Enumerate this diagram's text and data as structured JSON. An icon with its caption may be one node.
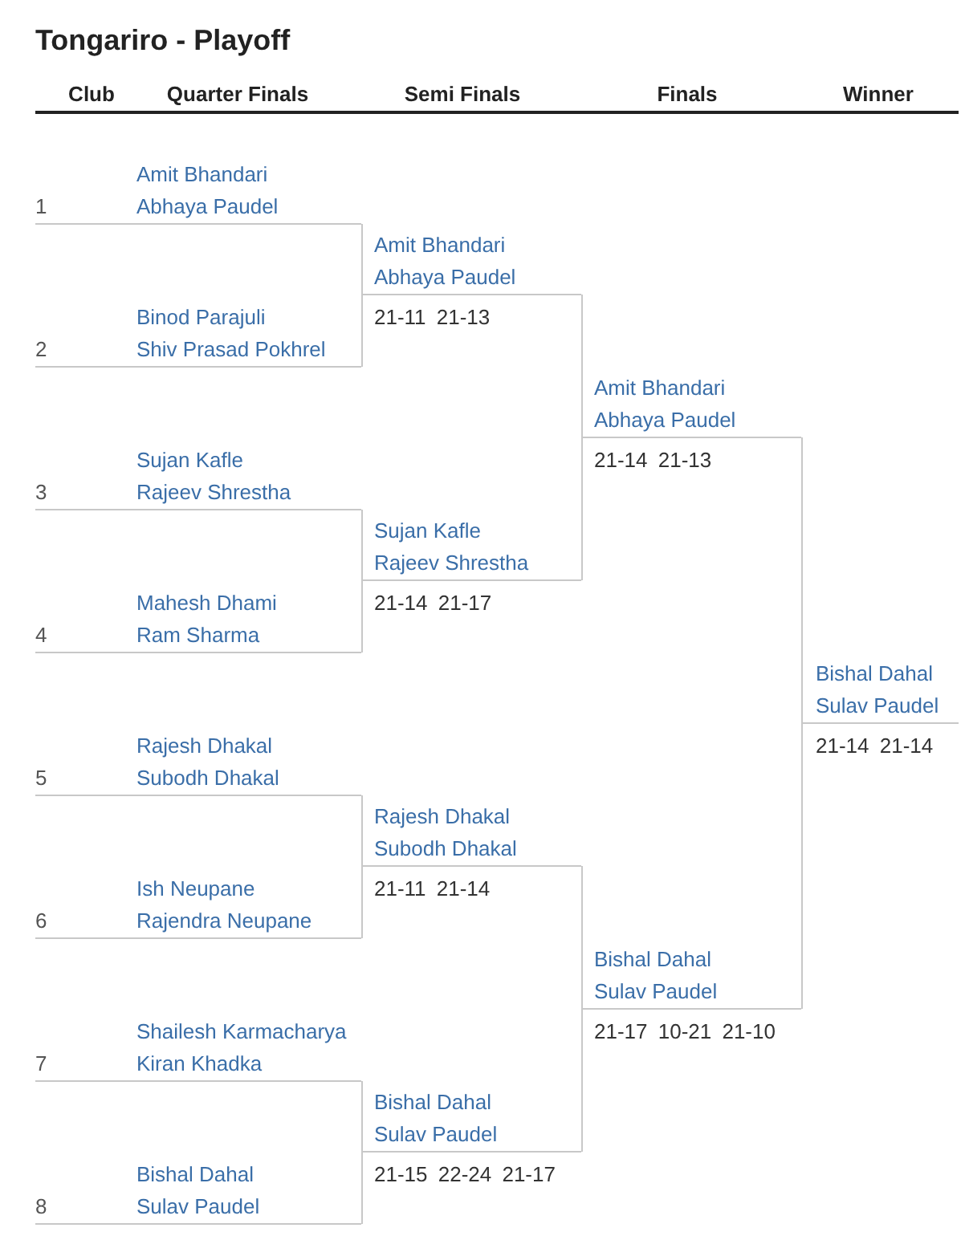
{
  "diagram": {
    "title": "Tongariro - Playoff",
    "nodes": [
      {
        "text": [
          "1",
          "Amit Bhandari",
          "Abhaya Paudel"
        ]
      },
      {
        "text": [
          "2",
          "Binod Parajuli",
          "Shiv Prasad Pokhrel"
        ]
      },
      {
        "text": [
          "3",
          "Sujan Kafle",
          "Rajeev Shrestha"
        ]
      },
      {
        "text": [
          "4",
          "Mahesh Dhami",
          "Ram Sharma"
        ]
      },
      {
        "text": [
          "5",
          "Rajesh Dhakal",
          "Subodh Dhakal"
        ]
      },
      {
        "text": [
          "6",
          "Ish Neupane",
          "Rajendra Neupane"
        ]
      },
      {
        "text": [
          "7",
          "Shailesh Karmacharya",
          "Kiran Khadka"
        ]
      },
      {
        "text": [
          "8",
          "Bishal Dahal",
          "Sulav Paudel"
        ]
      },
      {
        "text": [
          "Amit Bhandari",
          "Abhaya Paudel"
        ],
        "beside": [
          "21-11 21-13"
        ]
      },
      {
        "text": [
          "Sujan Kafle",
          "Rajeev Shrestha"
        ],
        "beside": [
          "21-14 21-17"
        ]
      },
      {
        "text": [
          "Rajesh Dhakal",
          "Subodh Dhakal"
        ],
        "beside": [
          "21-11 21-14"
        ]
      },
      {
        "text": [
          "Bishal Dahal",
          "Sulav Paudel"
        ],
        "beside": [
          "21-15 22-24 21-17"
        ]
      },
      {
        "text": [
          "Amit Bhandari",
          "Abhaya Paudel"
        ],
        "beside": [
          "21-14 21-13"
        ]
      },
      {
        "text": [
          "Bishal Dahal",
          "Sulav Paudel"
        ],
        "beside": [
          "21-17 10-21 21-10"
        ]
      },
      {
        "text": [
          "Bishal Dahal",
          "Sulav Paudel"
        ],
        "beside": [
          "21-14 21-14"
        ]
      }
    ],
    "edges": [
      {
        "from": 0,
        "to": 8,
        "arrow": "none"
      },
      {
        "from": 1,
        "to": 8,
        "arrow": "none"
      },
      {
        "from": 2,
        "to": 9,
        "arrow": "none"
      },
      {
        "from": 3,
        "to": 9,
        "arrow": "none"
      },
      {
        "from": 4,
        "to": 10,
        "arrow": "none"
      },
      {
        "from": 5,
        "to": 10,
        "arrow": "none"
      },
      {
        "from": 6,
        "to": 11,
        "arrow": "none"
      },
      {
        "from": 7,
        "to": 11,
        "arrow": "none"
      },
      {
        "from": 8,
        "to": 12,
        "arrow": "none"
      },
      {
        "from": 9,
        "to": 12,
        "arrow": "none"
      },
      {
        "from": 10,
        "to": 13,
        "arrow": "none"
      },
      {
        "from": 11,
        "to": 13,
        "arrow": "none"
      },
      {
        "from": 12,
        "to": 14,
        "arrow": "none"
      },
      {
        "from": 13,
        "to": 14,
        "arrow": "none"
      }
    ],
    "labels": [
      "Club",
      "Quarter Finals",
      "Semi Finals",
      "Finals",
      "Winner"
    ]
  }
}
